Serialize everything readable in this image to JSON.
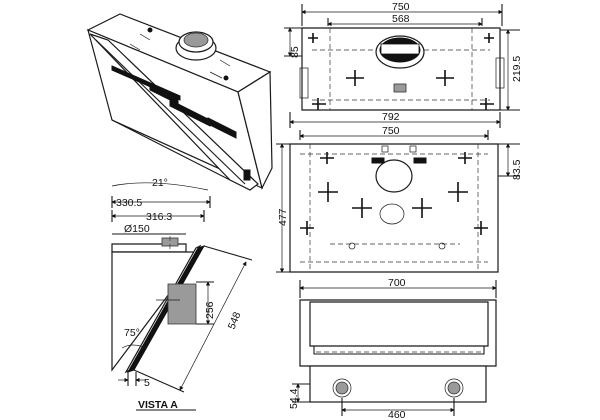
{
  "top_view": {
    "width": "750",
    "inner_width": "568",
    "height_left": "85",
    "height_right": "219.5"
  },
  "plan_view": {
    "outer_width": "792",
    "inner_width": "750",
    "depth": "477",
    "offset": "83.5"
  },
  "bottom_view": {
    "width": "700",
    "height": "54.4",
    "spacing": "460"
  },
  "side_view": {
    "angle_top": "21°",
    "dim_a": "330.5",
    "dim_b": "316.3",
    "diameter": "Ø150",
    "dim_256": "256",
    "dim_548": "548",
    "angle_bottom": "75°",
    "dim_5": "5",
    "view_label": "VISTA A"
  }
}
